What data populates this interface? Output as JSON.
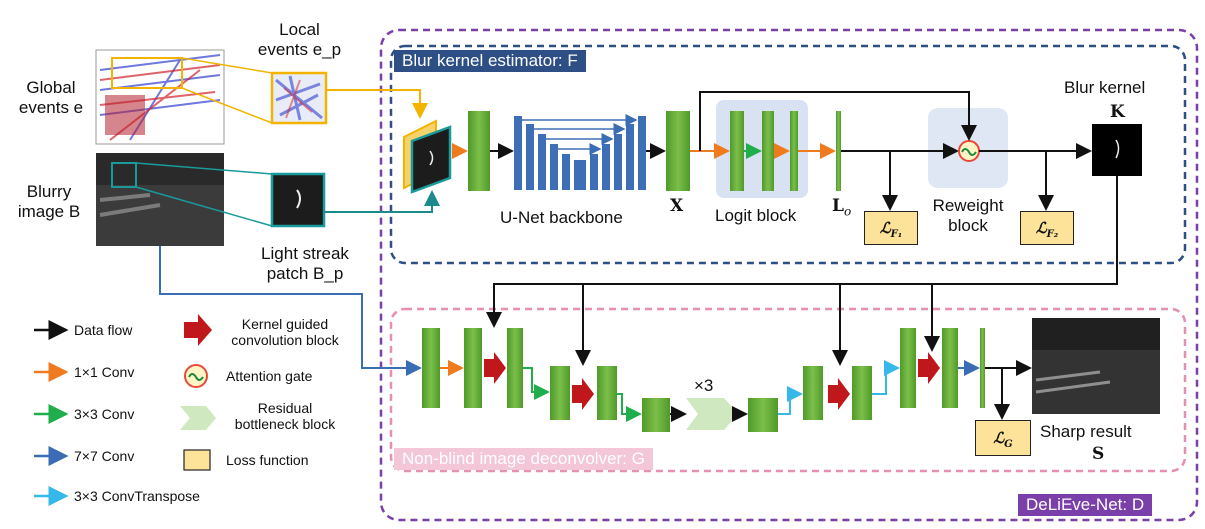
{
  "inputs": {
    "global_events": "Global\nevents e",
    "local_events": "Local\nevents e_p",
    "blurry_image": "Blurry\nimage B",
    "light_streak": "Light streak\npatch B_p"
  },
  "estimator": {
    "title": "Blur kernel estimator: F",
    "unet": "U-Net backbone",
    "x_label": "X",
    "logit": "Logit block",
    "lo_label": "L",
    "lo_sub": "o",
    "reweight": "Reweight\nblock",
    "blur_kernel": "Blur kernel",
    "k_label": "K",
    "loss_f1": "ℒ",
    "loss_f1_sub": "F₁",
    "loss_f2": "ℒ",
    "loss_f2_sub": "F₂"
  },
  "deconvolver": {
    "title": "Non-blind image deconvolver: G",
    "times3": "×3",
    "loss_g": "ℒ",
    "loss_g_sub": "G",
    "sharp": "Sharp result",
    "s_label": "S"
  },
  "net_title": "DeLiEve-Net: D",
  "legend": {
    "data_flow": "Data flow",
    "conv1": "1×1 Conv",
    "conv3": "3×3 Conv",
    "conv7": "7×7 Conv",
    "convT": "3×3 ConvTranspose",
    "kgcb": "Kernel guided\nconvolution block",
    "attn": "Attention gate",
    "rbb": "Residual\nbottleneck block",
    "loss": "Loss function"
  },
  "colors": {
    "data_flow": "#111111",
    "conv1": "#f07a1e",
    "conv3": "#1fae4b",
    "conv7": "#3a6db4",
    "convT": "#37b8ea",
    "estimator_border": "#2d4f86",
    "deconv_border": "#e58fb2",
    "net_border": "#7a3fa8",
    "green_block": "#6aab3a",
    "unet": "#3e6eb5",
    "kgcb": "#c0171c",
    "loss_fill": "#fde39a"
  }
}
